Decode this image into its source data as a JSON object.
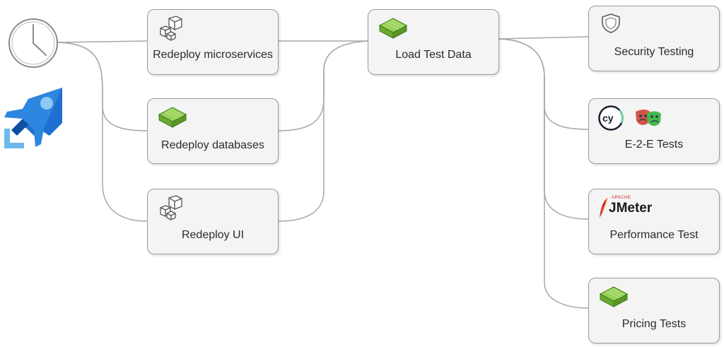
{
  "nodes": {
    "redeploy_microservices": {
      "label": "Redeploy microservices",
      "icon": "package-cubes-icon"
    },
    "redeploy_databases": {
      "label": "Redeploy databases",
      "icon": "database-block-icon"
    },
    "redeploy_ui": {
      "label": "Redeploy UI",
      "icon": "package-cubes-icon"
    },
    "load_test_data": {
      "label": "Load Test Data",
      "icon": "database-block-icon"
    },
    "security_testing": {
      "label": "Security Testing",
      "icon": "shield-icon"
    },
    "e2e_tests": {
      "label": "E-2-E Tests",
      "icons": [
        "cypress-logo-icon",
        "playwright-logo-icon"
      ]
    },
    "performance_test": {
      "label": "Performance Test",
      "icon": "jmeter-logo-icon",
      "logo_text": "JMeter",
      "logo_subtext": "APACHE"
    },
    "pricing_tests": {
      "label": "Pricing Tests",
      "icon": "database-block-icon"
    }
  },
  "triggers": [
    {
      "name": "clock-schedule-icon"
    },
    {
      "name": "azure-pipelines-logo-icon"
    }
  ],
  "colors": {
    "node_fill": "#f4f4f4",
    "node_border": "#9b9b9b",
    "connector": "#a8a8a8",
    "green_block": "#7ac143",
    "azure_blue": "#1f6fd1"
  }
}
